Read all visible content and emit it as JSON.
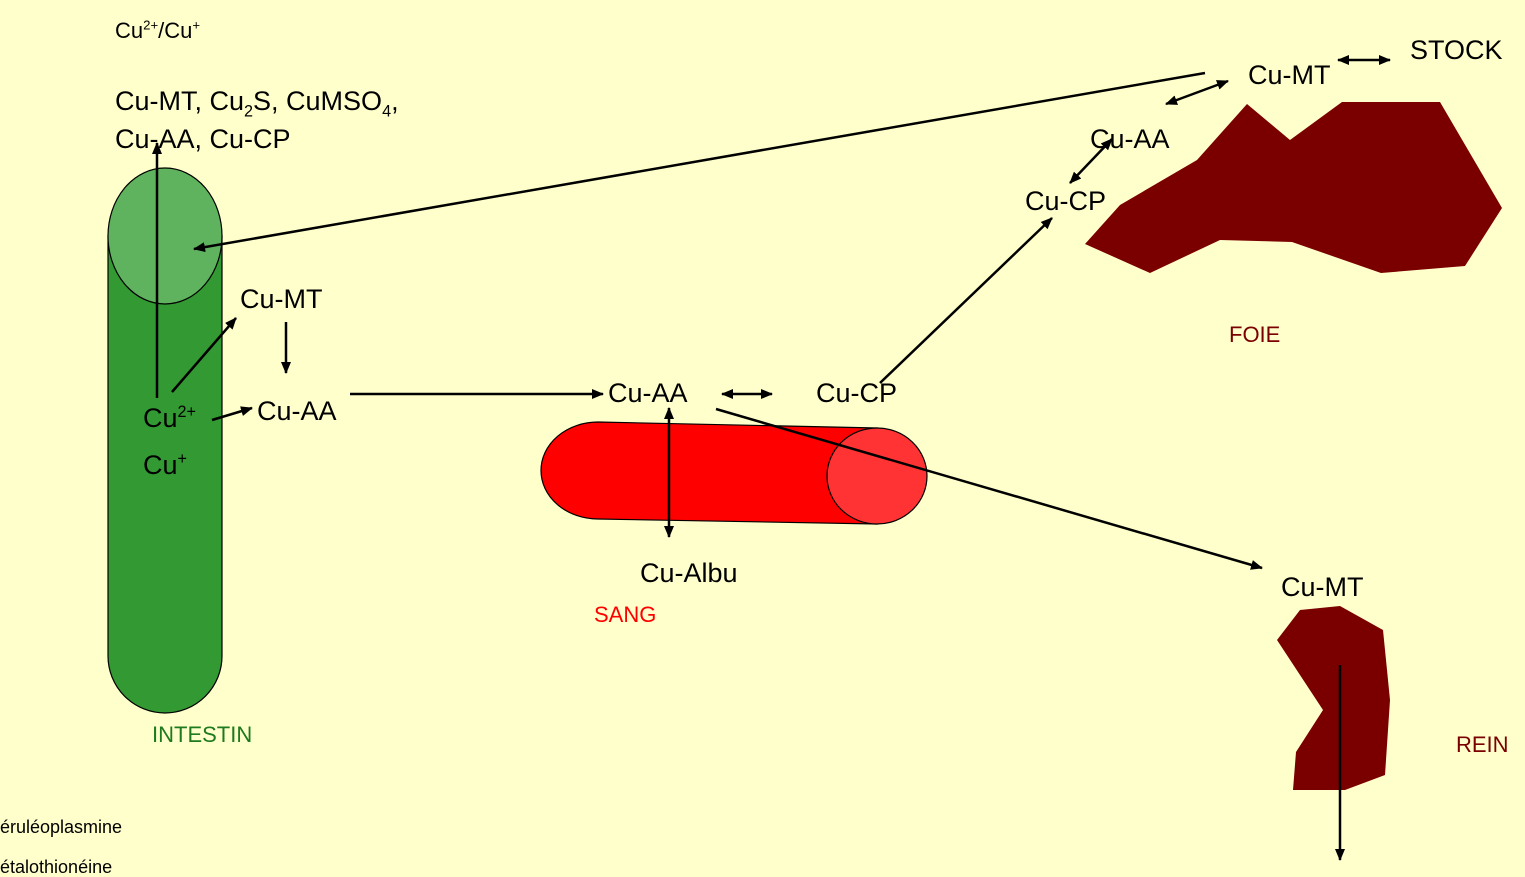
{
  "top": {
    "ions_base": "Cu",
    "ions_sup1": "2+",
    "ions_sep": "/Cu",
    "ions_sup2": "+",
    "forms_line1_a": "Cu-MT, Cu",
    "forms_line1_sub1": "2",
    "forms_line1_b": "S, CuMSO",
    "forms_line1_sub2": "4",
    "forms_line1_c": ",",
    "forms_line2": "Cu-AA, Cu-CP"
  },
  "intestine": {
    "label": "INTESTIN",
    "cu_mt": "Cu-MT",
    "cu_aa": "Cu-AA",
    "cu2_base": "Cu",
    "cu2_sup": "2+",
    "cu1_base": "Cu",
    "cu1_sup": "+"
  },
  "blood": {
    "label": "SANG",
    "cu_aa": "Cu-AA",
    "cu_cp": "Cu-CP",
    "cu_albu": "Cu-Albu"
  },
  "liver": {
    "label": "FOIE",
    "cu_mt": "Cu-MT",
    "cu_aa": "Cu-AA",
    "cu_cp": "Cu-CP",
    "stock": "STOCK"
  },
  "kidney": {
    "label": "REIN",
    "cu_mt": "Cu-MT"
  },
  "footnotes": {
    "line1": "éruléoplasmine",
    "line2": "étalothionéine"
  },
  "colors": {
    "background": "#FFFFCC",
    "intestine": "#339933",
    "intestine_cap": "#5FB35F",
    "blood": "#FF0000",
    "blood_cap": "#FF3333",
    "organ": "#7A0000"
  }
}
